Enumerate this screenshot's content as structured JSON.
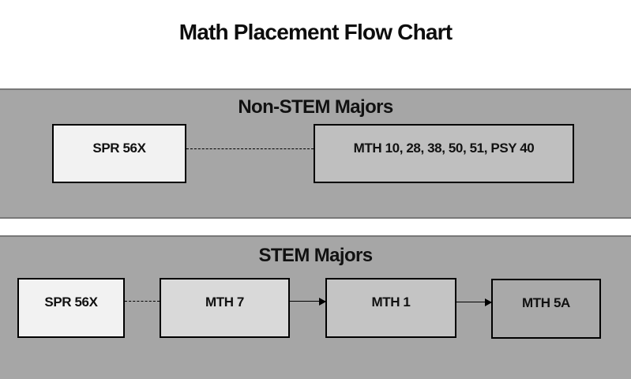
{
  "title": "Math Placement Flow Chart",
  "colors": {
    "background": "#ffffff",
    "band_fill": "#a6a6a6",
    "band_border": "#787878",
    "node_border": "#000000",
    "text": "#111111"
  },
  "sections": {
    "non_stem": {
      "label": "Non-STEM Majors",
      "nodes": [
        {
          "id": "spr-56x",
          "label": "SPR 56X",
          "fill": "#f2f2f2"
        },
        {
          "id": "mth-courses",
          "label": "MTH 10, 28, 38, 50, 51, PSY 40",
          "fill": "#bfbfbf"
        }
      ],
      "connectors": [
        {
          "from": "spr-56x",
          "to": "mth-courses",
          "style": "dashed",
          "arrowhead": false
        }
      ]
    },
    "stem": {
      "label": "STEM Majors",
      "nodes": [
        {
          "id": "spr-56x",
          "label": "SPR 56X",
          "fill": "#f2f2f2"
        },
        {
          "id": "mth-7",
          "label": "MTH 7",
          "fill": "#d9d9d9"
        },
        {
          "id": "mth-1",
          "label": "MTH 1",
          "fill": "#c4c4c4"
        },
        {
          "id": "mth-5a",
          "label": "MTH 5A",
          "fill": "#a9a9a9"
        }
      ],
      "connectors": [
        {
          "from": "spr-56x",
          "to": "mth-7",
          "style": "dashed",
          "arrowhead": false
        },
        {
          "from": "mth-7",
          "to": "mth-1",
          "style": "solid",
          "arrowhead": true
        },
        {
          "from": "mth-1",
          "to": "mth-5a",
          "style": "solid",
          "arrowhead": true
        }
      ]
    }
  }
}
